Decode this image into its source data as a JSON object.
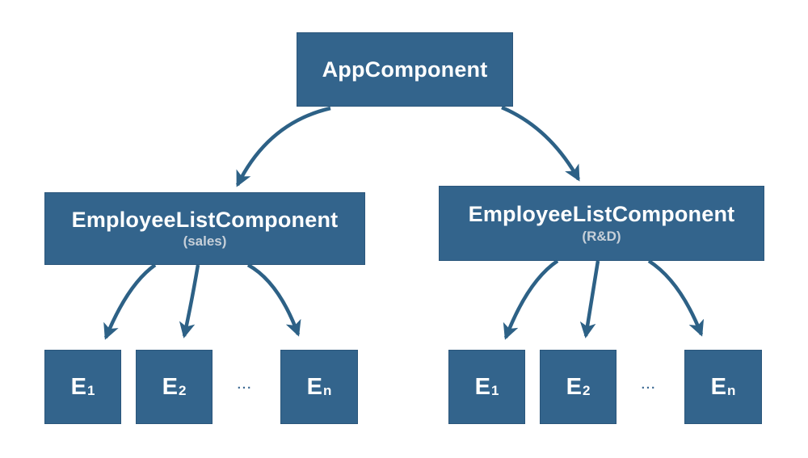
{
  "diagram": {
    "colors": {
      "node_fill": "#33648C",
      "node_border": "#2B567B",
      "arrow": "#2D6186",
      "title_text": "#FFFFFF",
      "subtitle_text": "#C7D0D9",
      "ellipsis_text": "#3D6A93",
      "background": "#FFFFFF"
    },
    "root": {
      "label": "AppComponent"
    },
    "groups": [
      {
        "title": "EmployeeListComponent",
        "subtitle": "(sales)",
        "ellipsis": "...",
        "children": [
          {
            "base": "E",
            "sub": "1"
          },
          {
            "base": "E",
            "sub": "2"
          },
          {
            "base": "E",
            "sub": "n"
          }
        ]
      },
      {
        "title": "EmployeeListComponent",
        "subtitle": "(R&D)",
        "ellipsis": "...",
        "children": [
          {
            "base": "E",
            "sub": "1"
          },
          {
            "base": "E",
            "sub": "2"
          },
          {
            "base": "E",
            "sub": "n"
          }
        ]
      }
    ]
  }
}
